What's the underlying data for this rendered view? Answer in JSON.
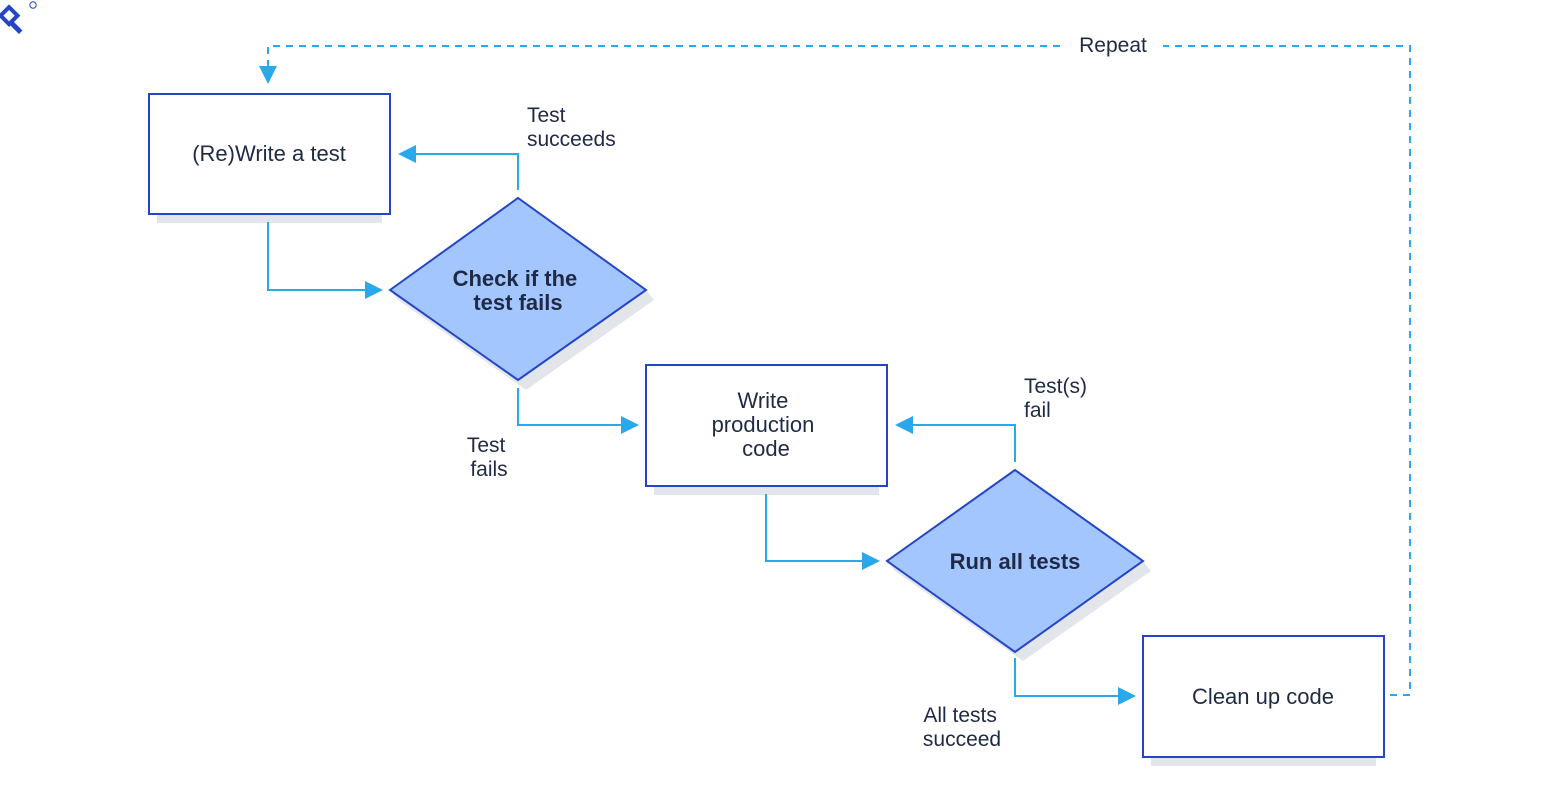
{
  "colors": {
    "box_stroke": "#2545c9",
    "diamond_fill": "#a4c6ff",
    "arrow": "#2aa8ec",
    "shadow": "#e2e5ea",
    "text": "#1f2a44"
  },
  "logo": {
    "icon": "toptal-logo-icon"
  },
  "nodes": {
    "rewrite_test": "(Re)Write a test",
    "check_fails": [
      "Check if the",
      "test fails"
    ],
    "write_code": [
      "Write",
      "production",
      "code"
    ],
    "run_tests": "Run all tests",
    "clean_up": "Clean up code"
  },
  "edges": {
    "repeat": "Repeat",
    "test_succeeds": [
      "Test",
      "succeeds"
    ],
    "test_fails": [
      "Test",
      "fails"
    ],
    "tests_fail": [
      "Test(s)",
      "fail"
    ],
    "all_succeed": [
      "All tests",
      "succeed"
    ]
  }
}
